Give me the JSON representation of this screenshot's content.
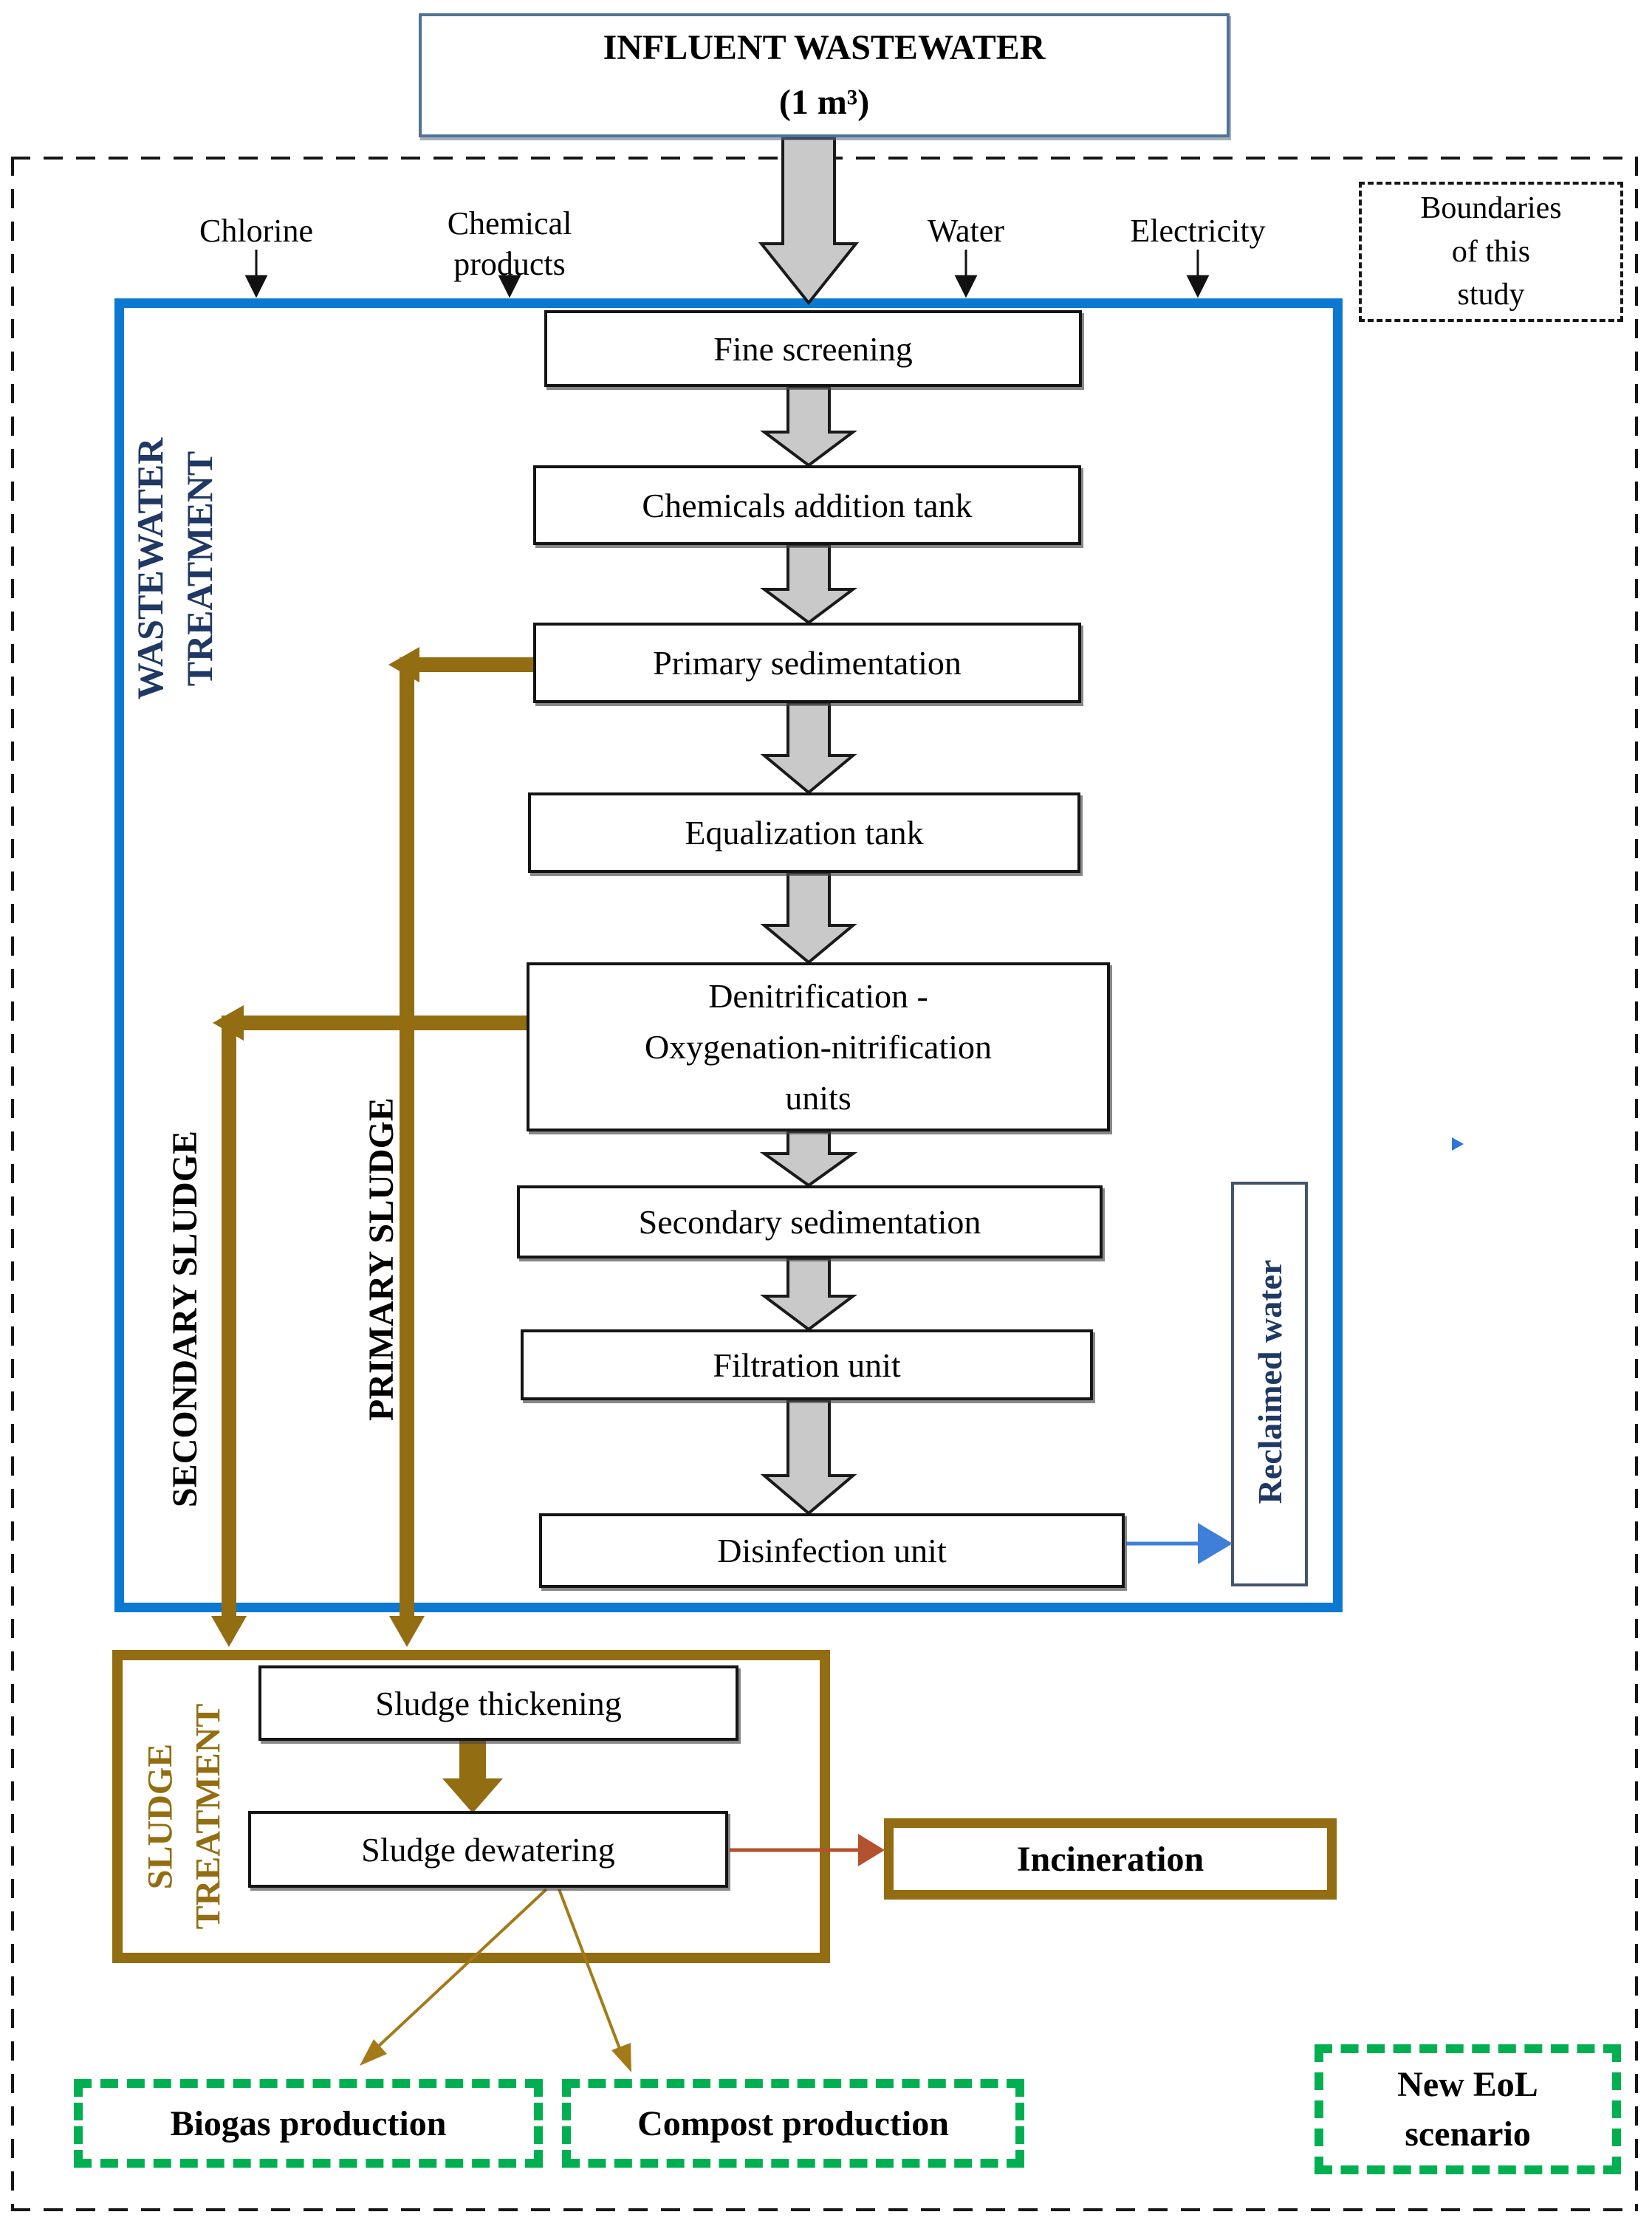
{
  "influent": {
    "line1": "INFLUENT WASTEWATER",
    "line2": "(1 m³)"
  },
  "inputs": {
    "chlorine": "Chlorine",
    "chemical_products": "Chemical products",
    "water": "Water",
    "electricity": "Electricity"
  },
  "boundaries_label": "Boundaries of this study",
  "wastewater": {
    "section_label": "WASTEWATER TREATMENT",
    "steps": [
      "Fine screening",
      "Chemicals addition tank",
      "Primary sedimentation",
      "Equalization tank",
      "Denitrification - Oxygenation-nitrification units",
      "Secondary sedimentation",
      "Filtration unit",
      "Disinfection unit"
    ],
    "reclaimed_water_label": "Reclaimed water"
  },
  "sludge_flows": {
    "secondary": "SECONDARY SLUDGE",
    "primary": "PRIMARY SLUDGE"
  },
  "sludge": {
    "section_label": "SLUDGE TREATMENT",
    "thickening": "Sludge thickening",
    "dewatering": "Sludge dewatering"
  },
  "incineration_label": "Incineration",
  "end_of_life": {
    "biogas": "Biogas production",
    "compost": "Compost production",
    "new_scenario": "New EoL scenario"
  },
  "colors": {
    "blue_border": "#0b79d2",
    "navy_text": "#1f3864",
    "brown": "#926d11",
    "green": "#00b050",
    "gray_arrow": "#c9c9c9",
    "red_arrow": "#b4512e",
    "gold_arrow": "#a37a17",
    "blue_arrow": "#3f7fd9",
    "reclaimed_border": "#44546a",
    "influent_border": "#4f7299"
  }
}
